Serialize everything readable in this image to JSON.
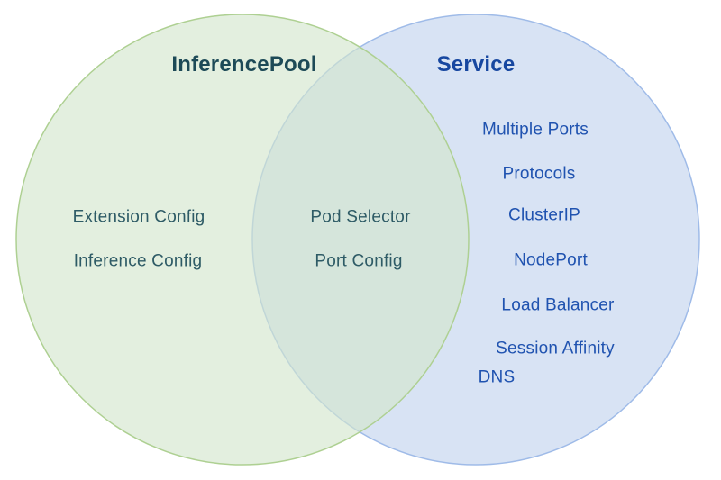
{
  "diagram": {
    "type": "venn",
    "background": "#ffffff",
    "left": {
      "title": "InferencePool",
      "items": [
        "Extension Config",
        "Inference Config"
      ],
      "fill": "#d3e6cd",
      "fill_opacity": "0.64",
      "stroke": "#aed092",
      "title_color": "#1d4a57",
      "item_color": "#2e5b66"
    },
    "right": {
      "title": "Service",
      "items": [
        "Multiple Ports",
        "Protocols",
        "ClusterIP",
        "NodePort",
        "Load Balancer",
        "Session Affinity",
        "DNS"
      ],
      "fill": "#d8e3f4",
      "stroke": "#9fbbe8",
      "title_color": "#1747a0",
      "item_color": "#2053b0"
    },
    "intersection": {
      "items": [
        "Pod Selector",
        "Port Config"
      ],
      "item_color": "#2e5b66"
    }
  }
}
